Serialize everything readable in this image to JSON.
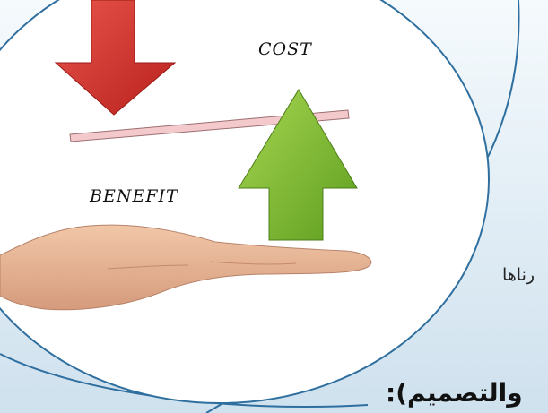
{
  "illustration": {
    "cost_label": "COST",
    "benefit_label": "BENEFIT",
    "cost_arrow_icon": "arrow-down-icon",
    "benefit_arrow_icon": "arrow-up-icon",
    "hand_icon": "open-hand-icon",
    "colors": {
      "cost_arrow": "#d8332d",
      "benefit_arrow": "#7dbb2e",
      "balance_bar": "#f3c9cc",
      "background_blue": "#d9e9f3",
      "outline_blue": "#2f6f9f"
    }
  },
  "text": {
    "partial_line": "رناها",
    "partial_heading": "والتصميم):"
  }
}
